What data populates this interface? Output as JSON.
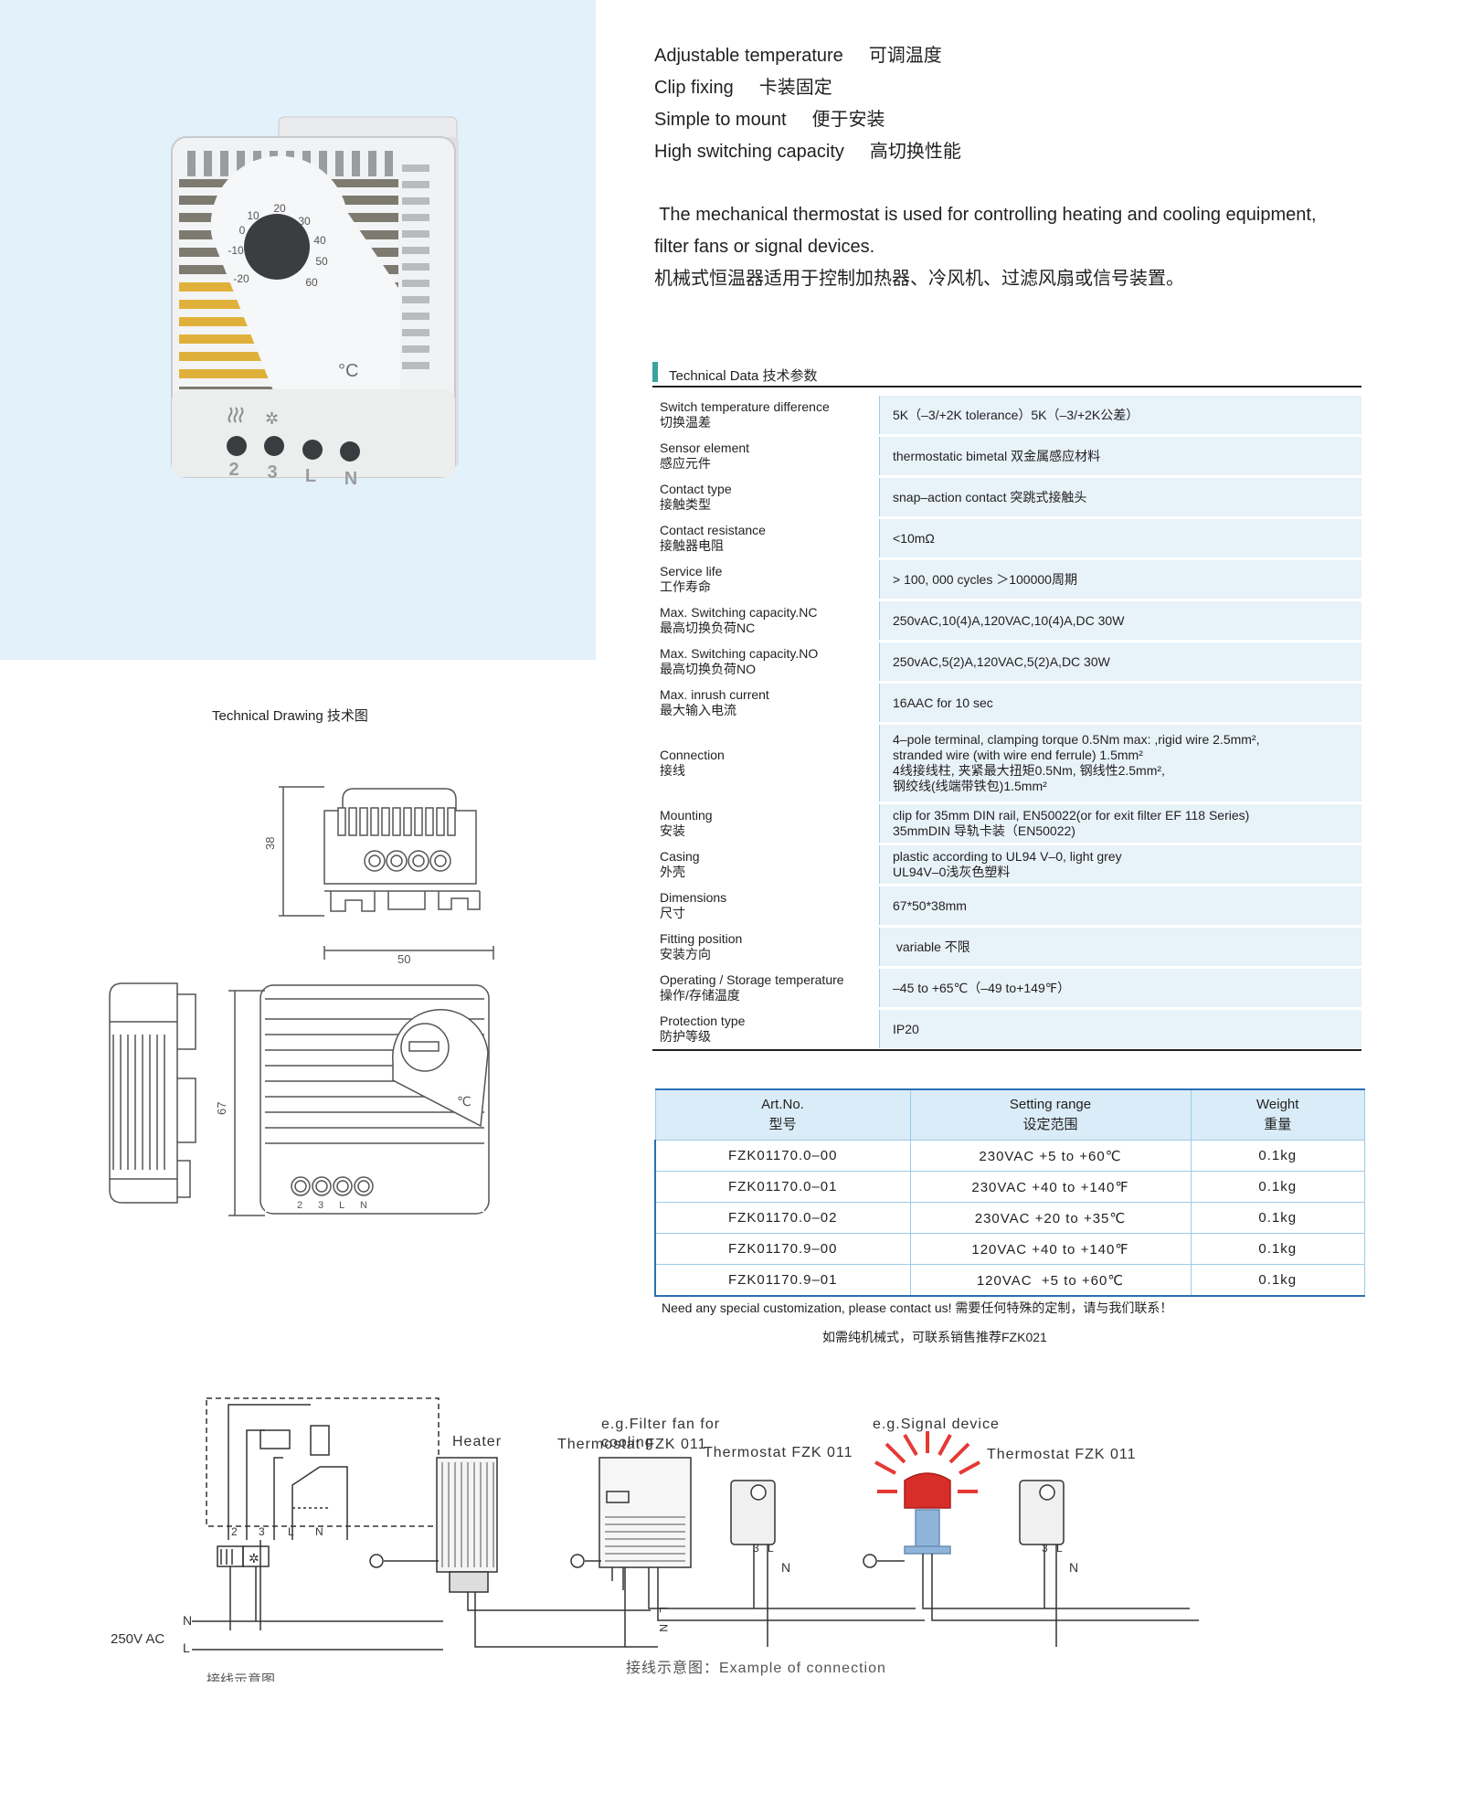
{
  "features": [
    {
      "en": "Adjustable temperature",
      "zh": "可调温度"
    },
    {
      "en": "Clip fixing",
      "zh": "卡装固定"
    },
    {
      "en": "Simple to mount",
      "zh": "便于安装"
    },
    {
      "en": "High switching capacity",
      "zh": "高切换性能"
    }
  ],
  "intro": {
    "en_line1": " The mechanical thermostat is used for controlling heating and cooling equipment,",
    "en_line2": "filter fans or signal devices.",
    "zh": "机械式恒温器适用于控制加热器、冷风机、过滤风扇或信号装置。"
  },
  "product_photo": {
    "dial_ticks": [
      "-20",
      "-10",
      "0",
      "10",
      "20",
      "30",
      "40",
      "50",
      "60"
    ],
    "unit": "°C",
    "terminals": [
      "2",
      "3",
      "L",
      "N"
    ]
  },
  "technical_data": {
    "heading": "Technical Data 技术参数",
    "rows": [
      {
        "en": "Switch temperature difference",
        "zh": "切换温差",
        "value": "5K（–3/+2K tolerance）5K（–3/+2K公差）"
      },
      {
        "en": "Sensor element",
        "zh": "感应元件",
        "value": "thermostatic bimetal 双金属感应材料"
      },
      {
        "en": "Contact type",
        "zh": "接触类型",
        "value": "snap–action contact  突跳式接触头"
      },
      {
        "en": "Contact resistance",
        "zh": "接触器电阻",
        "value": "<10mΩ"
      },
      {
        "en": "Service life",
        "zh": "工作寿命",
        "value": "> 100, 000 cycles  ＞100000周期"
      },
      {
        "en": "Max. Switching capacity.NC",
        "zh": "最高切换负荷NC",
        "value": "250vAC,10(4)A,120VAC,10(4)A,DC 30W"
      },
      {
        "en": "Max. Switching capacity.NO",
        "zh": "最高切换负荷NO",
        "value": "250vAC,5(2)A,120VAC,5(2)A,DC 30W"
      },
      {
        "en": "Max. inrush current",
        "zh": "最大输入电流",
        "value": "16AAC for 10 sec"
      },
      {
        "en": "Connection",
        "zh": "接线",
        "value_lines": [
          "4–pole terminal, clamping torque 0.5Nm max: ,rigid wire 2.5mm²,",
          "stranded wire (with wire end ferrule) 1.5mm²",
          "4线接线柱, 夹紧最大扭矩0.5Nm, 钢线性2.5mm²,",
          "钢绞线(线端带铁包)1.5mm²"
        ]
      },
      {
        "en": "Mounting",
        "zh": "安装",
        "value_lines": [
          "clip for 35mm DIN rail, EN50022(or for exit filter EF 118 Series)",
          "35mmDIN 导轨卡装（EN50022)"
        ]
      },
      {
        "en": "Casing",
        "zh": "外壳",
        "value_lines": [
          "plastic according to UL94 V–0, light grey",
          "UL94V–0浅灰色塑料"
        ]
      },
      {
        "en": "Dimensions",
        "zh": "尺寸",
        "value": "67*50*38mm"
      },
      {
        "en": "Fitting position",
        "zh": "安装方向",
        "value": " variable 不限"
      },
      {
        "en": "Operating / Storage temperature",
        "zh": "操作/存储温度",
        "value": "–45 to +65℃（–49 to+149℉）"
      },
      {
        "en": "Protection type",
        "zh": "防护等级",
        "value": "IP20"
      }
    ]
  },
  "art_table": {
    "headers": [
      {
        "en": "Art.No.",
        "zh": "型号"
      },
      {
        "en": "Setting range",
        "zh": "设定范围"
      },
      {
        "en": "Weight",
        "zh": "重量"
      }
    ],
    "rows": [
      [
        "FZK01170.0–00",
        "230VAC +5 to +60℃",
        "0.1kg"
      ],
      [
        "FZK01170.0–01",
        "230VAC +40 to +140℉",
        "0.1kg"
      ],
      [
        "FZK01170.0–02",
        "230VAC +20 to +35℃",
        "0.1kg"
      ],
      [
        "FZK01170.9–00",
        "120VAC +40 to +140℉",
        "0.1kg"
      ],
      [
        "FZK01170.9–01",
        "120VAC  +5 to +60℃",
        "0.1kg"
      ]
    ]
  },
  "notes": {
    "custom": "Need any special customization, please contact us!  需要任何特殊的定制，请与我们联系！",
    "recommend": "如需纯机械式，可联系销售推荐FZK021"
  },
  "technical_drawing": {
    "title": "Technical Drawing 技术图",
    "dim_depth": "38",
    "dim_width": "50",
    "dim_height": "67",
    "unit": "℃",
    "terminals": [
      "2",
      "3",
      "L",
      "N"
    ]
  },
  "wiring": {
    "voltage": "250V AC",
    "n_label": "N",
    "l_label": "L",
    "terminals": [
      "2",
      "3",
      "L",
      "N"
    ],
    "caption_schematic": "接线示意图",
    "heater_label": "Heater",
    "thermostat_label": "Thermostat FZK 011",
    "fan_label_line1": "e.g.Filter fan for",
    "fan_label_line2": "cooling",
    "signal_label": "e.g.Signal device",
    "caption_examples": "接线示意图：Example of connection"
  }
}
